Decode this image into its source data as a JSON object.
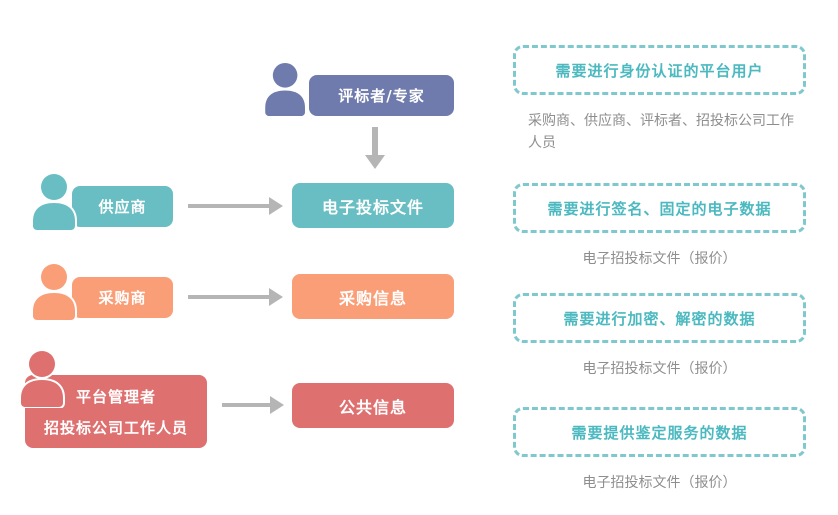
{
  "flow": {
    "expert": {
      "label": "评标者/专家"
    },
    "supplier": {
      "label": "供应商",
      "target": "电子投标文件"
    },
    "purchaser": {
      "label": "采购商",
      "target": "采购信息"
    },
    "admin": {
      "label_line1": "平台管理者",
      "label_line2": "招投标公司工作人员",
      "target": "公共信息"
    }
  },
  "requirements": [
    {
      "title": "需要进行身份认证的平台用户",
      "description": "采购商、供应商、评标者、招投标公司工作人员"
    },
    {
      "title": "需要进行签名、固定的电子数据",
      "description": "电子招投标文件（报价）"
    },
    {
      "title": "需要进行加密、解密的数据",
      "description": "电子招投标文件（报价）"
    },
    {
      "title": "需要提供鉴定服务的数据",
      "description": "电子招投标文件（报价）"
    }
  ],
  "colors": {
    "expert": "#6F7BAC",
    "supplier": "#69BEC3",
    "purchaser": "#FA9E77",
    "admin": "#DF7070",
    "arrow": "#B5B5B5",
    "dashed_border": "#7FC9CE",
    "requirement_title": "#4CB9C0",
    "description_text": "#8E8E8E"
  }
}
